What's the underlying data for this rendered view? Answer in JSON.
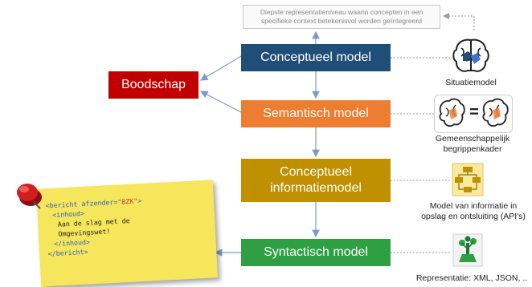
{
  "top_note": "Diepste representatieniveau waarin concepten in een specifieke context betekenisvol worden geïntegreerd",
  "boodschap": {
    "label": "Boodschap"
  },
  "models": {
    "conceptueel": "Conceptueel model",
    "semantisch": "Semantisch model",
    "informatie_line1": "Conceptueel",
    "informatie_line2": "informatiemodel",
    "syntactisch": "Syntactisch model"
  },
  "icons": {
    "situatiemodel": {
      "icon": "brain-icon",
      "caption": "Situatiemodel"
    },
    "begrippen": {
      "icon": "brain-equals-brain-icon",
      "caption_line1": "Gemeenschappelijk",
      "caption_line2": "begrippenkader",
      "equals": "="
    },
    "informatie": {
      "icon": "data-model-icon",
      "caption_line1": "Model van informatie in",
      "caption_line2": "opslag en ontsluiting (API's)"
    },
    "representatie": {
      "icon": "tree-lab-icon",
      "caption": "Representatie: XML, JSON, .."
    }
  },
  "code_note": {
    "l1_open": "<bericht afzender=",
    "l1_value": "\"BZK\"",
    "l1_close": ">",
    "l2": "<inhoud>",
    "l3": "Aan de slag met de",
    "l4": "Omgevingswet!",
    "l5": "</inhoud>",
    "l6": "</bericht>"
  },
  "colors": {
    "conceptueel": "#1f4e79",
    "semantisch": "#ed7d31",
    "informatie": "#bf9000",
    "syntactisch": "#2ea043",
    "boodschap": "#c00000",
    "arrow": "#7a9cc6",
    "note": "#f5e65c"
  }
}
